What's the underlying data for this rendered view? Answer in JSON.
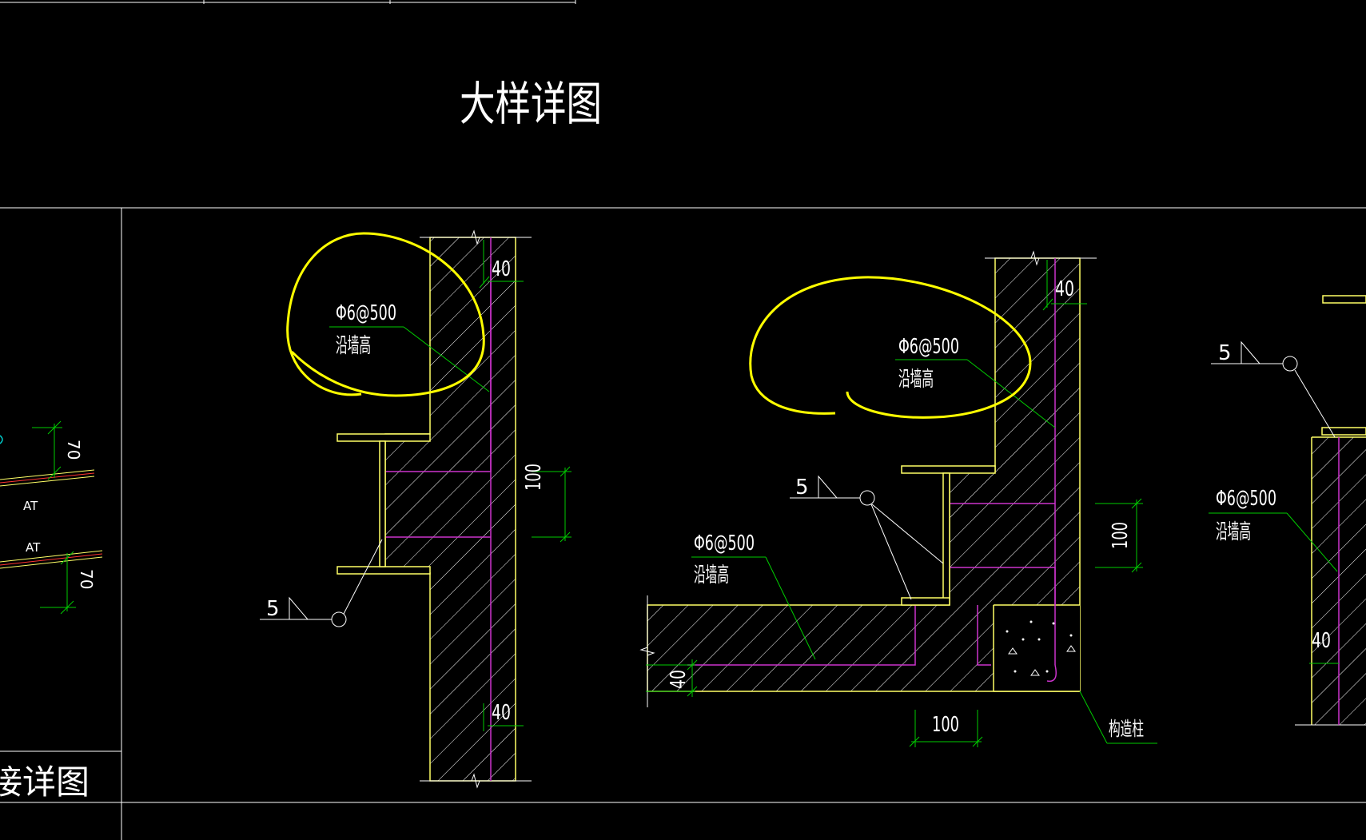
{
  "drawing": {
    "title": "大样详图",
    "left_panel_caption": "接详图",
    "left_panel": {
      "label_at_1": "AT",
      "label_at_2": "AT",
      "dim_70_top": "70",
      "dim_70_bottom": "70"
    },
    "detail_1": {
      "rebar_spec": "Φ6@500",
      "rebar_note": "沿墙高",
      "weld_size": "5",
      "dim_40_top": "40",
      "dim_100": "100",
      "dim_40_bottom": "40"
    },
    "detail_2": {
      "rebar_spec_upper": "Φ6@500",
      "rebar_note_upper": "沿墙高",
      "rebar_spec_lower": "Φ6@500",
      "rebar_note_lower": "沿墙高",
      "weld_size": "5",
      "dim_40_top": "40",
      "dim_100_right": "100",
      "dim_40_left": "40",
      "dim_100_bottom": "100",
      "column_label": "构造柱"
    },
    "detail_3": {
      "weld_size": "5",
      "rebar_spec": "Φ6@500",
      "rebar_note": "沿墙高",
      "dim_40": "40"
    }
  },
  "colors": {
    "background": "#000000",
    "frame": "#ffffff",
    "outline": "#ffff66",
    "hatch": "#ffffff",
    "rebar": "#cc33cc",
    "dimension": "#00cc00",
    "leader": "#00cc00",
    "annotation_circle": "#ffff00",
    "weld_line": "#ffffff",
    "cyan": "#00cccc",
    "red": "#ff3333"
  }
}
